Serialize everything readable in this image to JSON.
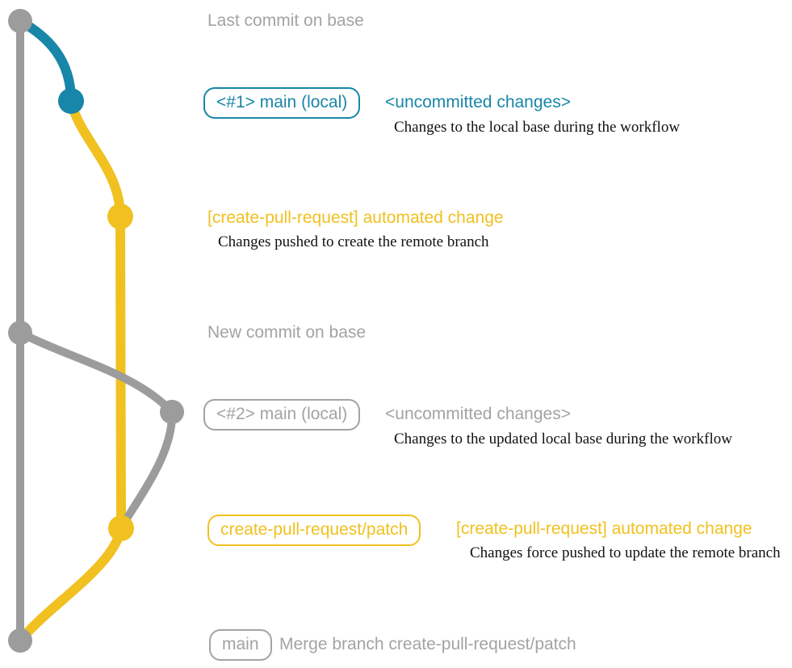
{
  "colors": {
    "gray": "#9c9c9c",
    "graytext": "#a3a3a3",
    "teal": "#1886a8",
    "yellow": "#f0c120",
    "ink": "#111111"
  },
  "rows": {
    "last_commit": {
      "title": "Last commit on base"
    },
    "row1": {
      "badge": "<#1> main (local)",
      "tag": "<uncommitted changes>",
      "desc": "Changes to the local base during the workflow"
    },
    "row2": {
      "tag": "[create-pull-request] automated change",
      "desc": "Changes pushed to create the remote branch"
    },
    "new_commit": {
      "title": "New commit on base"
    },
    "row3": {
      "badge": "<#2> main (local)",
      "tag": "<uncommitted changes>",
      "desc": "Changes to the updated local base during the workflow"
    },
    "row4": {
      "badge": "create-pull-request/patch",
      "tag": "[create-pull-request] automated change",
      "desc": "Changes force pushed to update the remote branch"
    },
    "row5": {
      "badge": "main",
      "tag": "Merge branch create-pull-request/patch"
    }
  },
  "graph": {
    "branch_colors": {
      "base": "#9c9c9c",
      "main_local": "#1886a8",
      "patch": "#f0c120"
    },
    "nodes": [
      {
        "color": "gray",
        "row": "Last commit on base"
      },
      {
        "color": "teal",
        "row": "<#1> main (local)"
      },
      {
        "color": "yellow",
        "row": "[create-pull-request] automated change"
      },
      {
        "color": "gray",
        "row": "New commit on base"
      },
      {
        "color": "gray",
        "row": "<#2> main (local)"
      },
      {
        "color": "yellow",
        "row": "create-pull-request/patch"
      },
      {
        "color": "gray",
        "row": "Merge branch create-pull-request/patch"
      }
    ]
  }
}
